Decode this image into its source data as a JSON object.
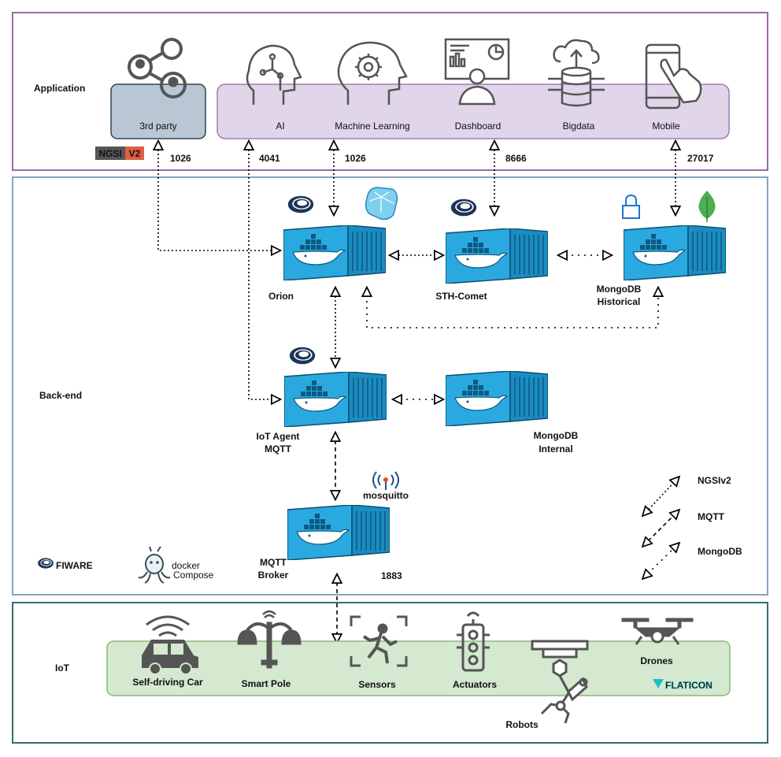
{
  "layers": {
    "application": {
      "title": "Application",
      "color": "#8b1f8f"
    },
    "backend": {
      "title": "Back-end",
      "color": "#1f4e8b"
    },
    "iot": {
      "title": "IoT",
      "color": "#1f5f6b"
    }
  },
  "application": {
    "third_party": "3rd party",
    "apps": [
      "AI",
      "Machine Learning",
      "Dashboard",
      "Bigdata",
      "Mobile"
    ],
    "ngsi_badge": {
      "left": "NGSI",
      "right": "V2"
    }
  },
  "ports": {
    "third_party": "1026",
    "ai": "4041",
    "ml": "1026",
    "dashboard": "8666",
    "mobile": "27017",
    "broker": "1883"
  },
  "backend": {
    "orion": "Orion",
    "sth": "STH-Comet",
    "mongo_hist_1": "MongoDB",
    "mongo_hist_2": "Historical",
    "iot_agent_1": "IoT Agent",
    "iot_agent_2": "MQTT",
    "mongo_int_1": "MongoDB",
    "mongo_int_2": "Internal",
    "broker_1": "MQTT",
    "broker_2": "Broker",
    "mosquitto": "mosquitto",
    "fiware_logo": "FIWARE",
    "docker_logo": "docker",
    "docker_compose": "Compose"
  },
  "legend": [
    "NGSIv2",
    "MQTT",
    "MongoDB"
  ],
  "iot": {
    "devices": [
      "Self-driving Car",
      "Smart Pole",
      "Sensors",
      "Actuators",
      "Robots",
      "Drones"
    ],
    "flaticon": "FLATICON"
  }
}
